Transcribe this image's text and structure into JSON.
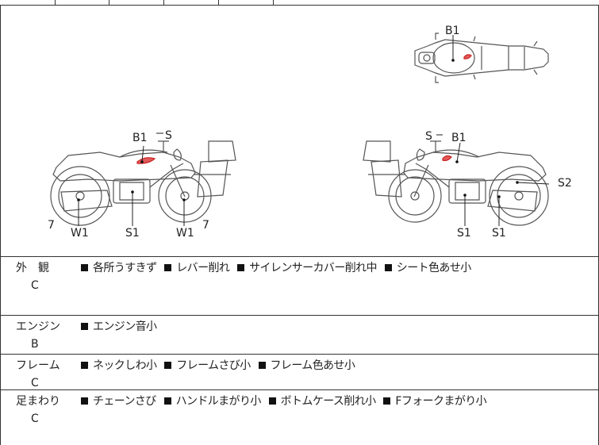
{
  "diagram": {
    "labels": {
      "top_b1": "B1",
      "left_b1": "B1",
      "left_s": "S",
      "left_7a": "7",
      "left_w1a": "W1",
      "left_s1": "S1",
      "left_w1b": "W1",
      "left_7b": "7",
      "right_s": "S",
      "right_b1": "B1",
      "right_s2": "S2",
      "right_s1a": "S1",
      "right_s1b": "S1"
    },
    "colors": {
      "line": "#333333",
      "damage_mark": "#cc2222"
    }
  },
  "rows": [
    {
      "category": "外　観",
      "grade": "C",
      "notes": [
        "各所うすきず",
        "レバー削れ",
        "サイレンサーカバー削れ中",
        "シート色あせ小"
      ]
    },
    {
      "category": "エンジン",
      "grade": "B",
      "notes": [
        "エンジン音小"
      ]
    },
    {
      "category": "フレーム",
      "grade": "C",
      "notes": [
        "ネックしわ小",
        "フレームさび小",
        "フレーム色あせ小"
      ]
    },
    {
      "category": "足まわり",
      "grade": "C",
      "notes": [
        "チェーンさび",
        "ハンドルまがり小",
        "ボトムケース削れ小",
        "Fフォークまがり小"
      ]
    }
  ]
}
